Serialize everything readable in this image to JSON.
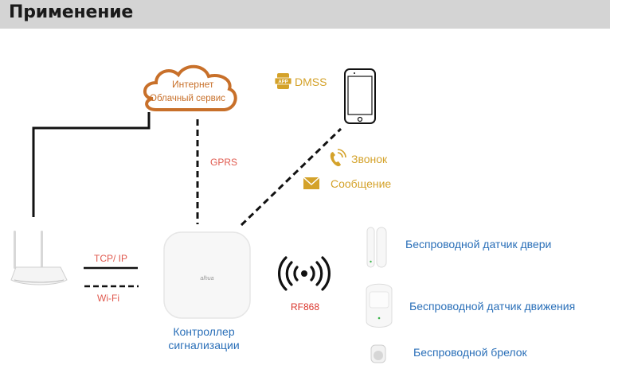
{
  "header": {
    "title": "Применение"
  },
  "cloud": {
    "line1": "Интернет",
    "line2": "Облачный сервис"
  },
  "app": {
    "icon_label": "APP",
    "name": "DMSS"
  },
  "links": {
    "gprs": "GPRS",
    "tcpip": "TCP/ IP",
    "wifi": "Wi-Fi",
    "rf": "RF868"
  },
  "notifications": {
    "call": "Звонок",
    "message": "Сообщение"
  },
  "controller": {
    "brand": "alhua",
    "label_line1": "Контроллер",
    "label_line2": "сигнализации"
  },
  "devices": [
    {
      "label": "Беспроводной датчик двери"
    },
    {
      "label": "Беспроводной датчик движения"
    },
    {
      "label": "Беспроводной брелок"
    }
  ],
  "colors": {
    "header_bg": "#d4d4d4",
    "link_label": "#e05a4f",
    "app_accent": "#d4a22a",
    "device_label": "#2a6fb8",
    "cloud": "#c8702a"
  }
}
